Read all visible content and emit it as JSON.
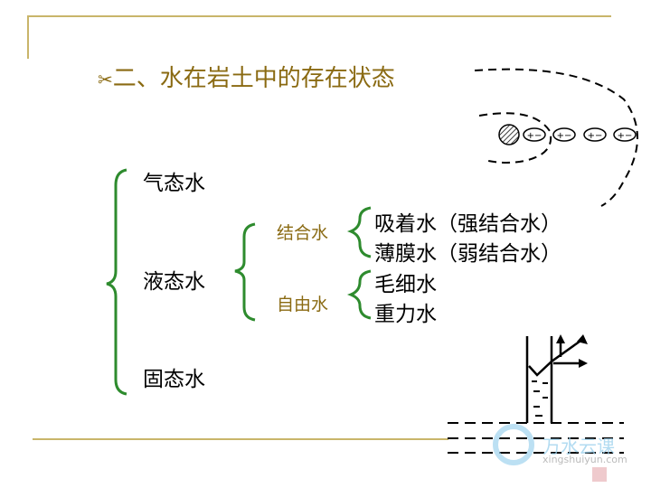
{
  "title": "二、水在岩土中的存在状态",
  "title_icon": "scissors-icon",
  "states": [
    "气态水",
    "液态水",
    "固态水"
  ],
  "liquid": {
    "bound": "结合水",
    "free": "自由水"
  },
  "bound_items": [
    "吸着水（强结合水）",
    "薄膜水（弱结合水）"
  ],
  "free_items": [
    "毛细水",
    "重力水"
  ],
  "dipole_label": "+-",
  "watermark": {
    "name": "万水云课",
    "url": "xingshuiyun.com"
  },
  "colors": {
    "accent": "#8a6a12",
    "brace": "#2e8b2e"
  }
}
